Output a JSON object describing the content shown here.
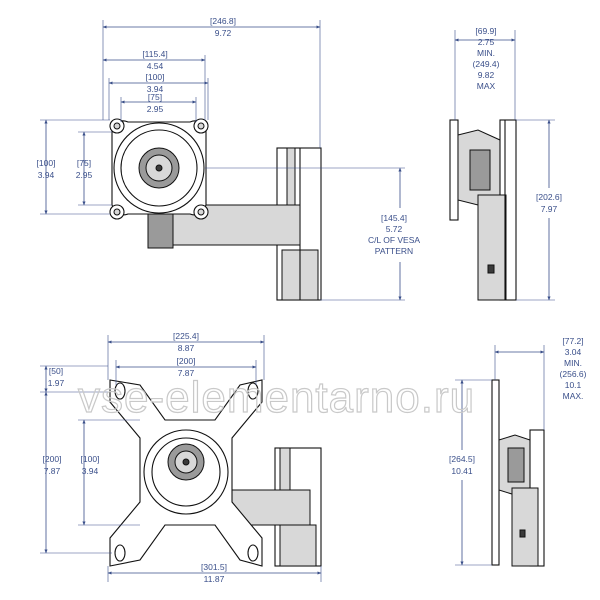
{
  "watermark": "vse-elementarno.ru",
  "top_front": {
    "width_mm": "[246.8]",
    "width_in": "9.72",
    "w2_mm": "[115.4]",
    "w2_in": "4.54",
    "w3_mm": "[100]",
    "w3_in": "3.94",
    "w4_mm": "[75]",
    "w4_in": "2.95",
    "h1_mm": "[100]",
    "h1_in": "3.94",
    "h2_mm": "[75]",
    "h2_in": "2.95",
    "vesa_mm": "[145.4]",
    "vesa_in": "5.72",
    "vesa_l1": "C/L OF VESA",
    "vesa_l2": "PATTERN"
  },
  "top_side": {
    "d_mm": "[69.9]",
    "d_in": "2.75",
    "d_min": "MIN.",
    "d_mm2": "(249.4)",
    "d_in2": "9.82",
    "d_max": "MAX",
    "h_mm": "[202.6]",
    "h_in": "7.97"
  },
  "bottom_front": {
    "w1_mm": "[225.4]",
    "w1_in": "8.87",
    "w2_mm": "[200]",
    "w2_in": "7.87",
    "h1_mm": "[50]",
    "h1_in": "1.97",
    "h2_mm": "[200]",
    "h2_in": "7.87",
    "h3_mm": "[100]",
    "h3_in": "3.94",
    "total_mm": "[301.5]",
    "total_in": "11.87"
  },
  "bottom_side": {
    "d_mm": "[77.2]",
    "d_in": "3.04",
    "d_min": "MIN.",
    "d_mm2": "(256.6)",
    "d_in2": "10.1",
    "d_max": "MAX.",
    "h_mm": "[264.5]",
    "h_in": "10.41"
  }
}
